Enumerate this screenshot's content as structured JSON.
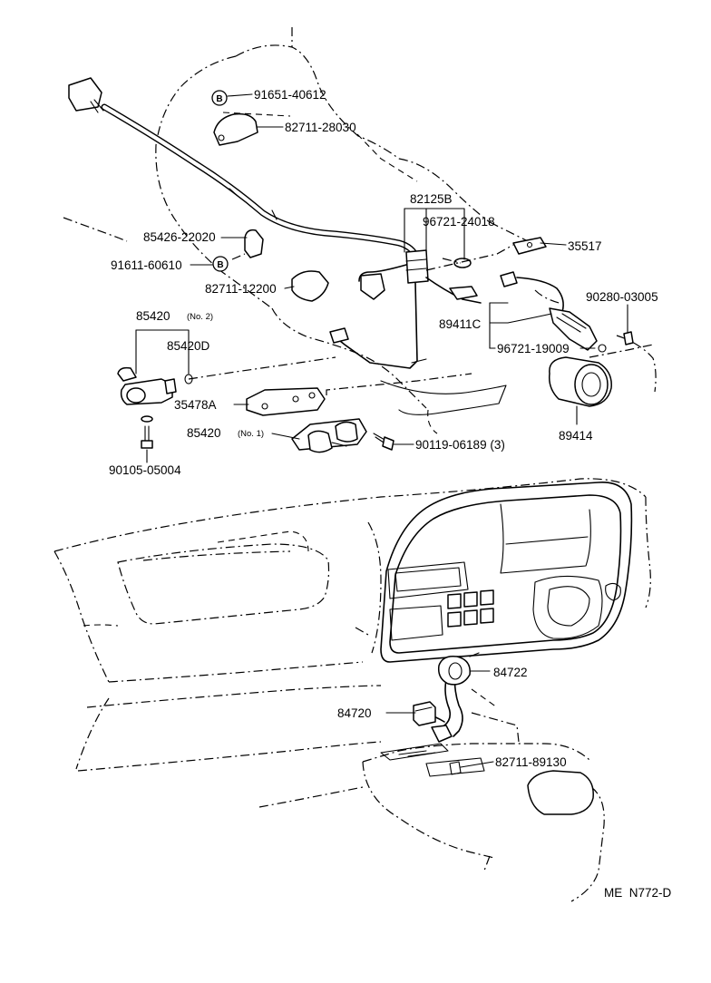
{
  "parts": {
    "p91651": "91651-40612",
    "p82711_28030": "82711-28030",
    "p82125B": "82125B",
    "p96721_24018": "96721-24018",
    "p35517": "35517",
    "p85426": "85426-22020",
    "p91611": "91611-60610",
    "p82711_12200": "82711-12200",
    "p90280": "90280-03005",
    "p89411C": "89411C",
    "p96721_19009": "96721-19009",
    "p85420_2": "85420",
    "p85420_2_note": "(No. 2)",
    "p85420D": "85420D",
    "p35478A": "35478A",
    "p85420_1": "85420",
    "p85420_1_note": "(No. 1)",
    "p90119": "90119-06189 (3)",
    "p89414": "89414",
    "p90105": "90105-05004",
    "p84722": "84722",
    "p84720": "84720",
    "p82711_89130": "82711-89130"
  },
  "callout_mark": "B",
  "figure_ref": "ME  N772-D"
}
